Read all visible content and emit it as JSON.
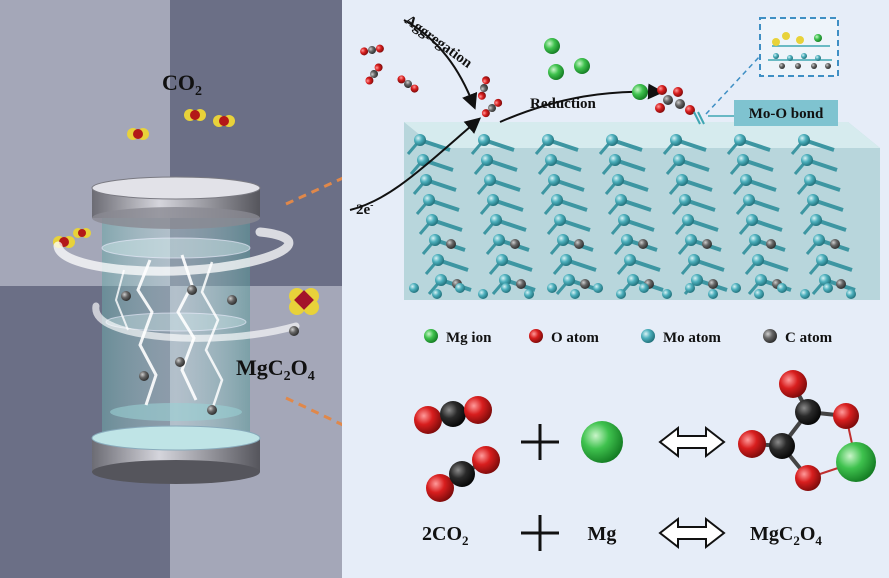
{
  "left_panel": {
    "gas_label": "CO",
    "gas_sub": "2",
    "product_label_parts": [
      "MgC",
      "2",
      "O",
      "4"
    ]
  },
  "top_right": {
    "aggregation": "Aggregation",
    "reduction": "Reduction",
    "electrons": "2e",
    "electrons_sup": "-",
    "bond_label": "Mo-O bond"
  },
  "legend": [
    {
      "label": "Mg ion",
      "color": "#22b43a"
    },
    {
      "label": "O atom",
      "color": "#d4151b"
    },
    {
      "label": "Mo atom",
      "color": "#3fa6b2"
    },
    {
      "label": "C atom",
      "color": "#5a5a5a"
    }
  ],
  "equation": {
    "reactant": "2CO",
    "reactant_sub": "2",
    "plus": "+",
    "metal": "Mg",
    "product_parts": [
      "MgC",
      "2",
      "O",
      "4"
    ]
  },
  "colors": {
    "mg": "#22b43a",
    "o": "#d4151b",
    "c": "#1a1a1a",
    "mo": "#3fa6b2",
    "arrow": "#e0884a",
    "panel_bg": "#e6edf8",
    "bond_box": "#7fc3d0"
  }
}
